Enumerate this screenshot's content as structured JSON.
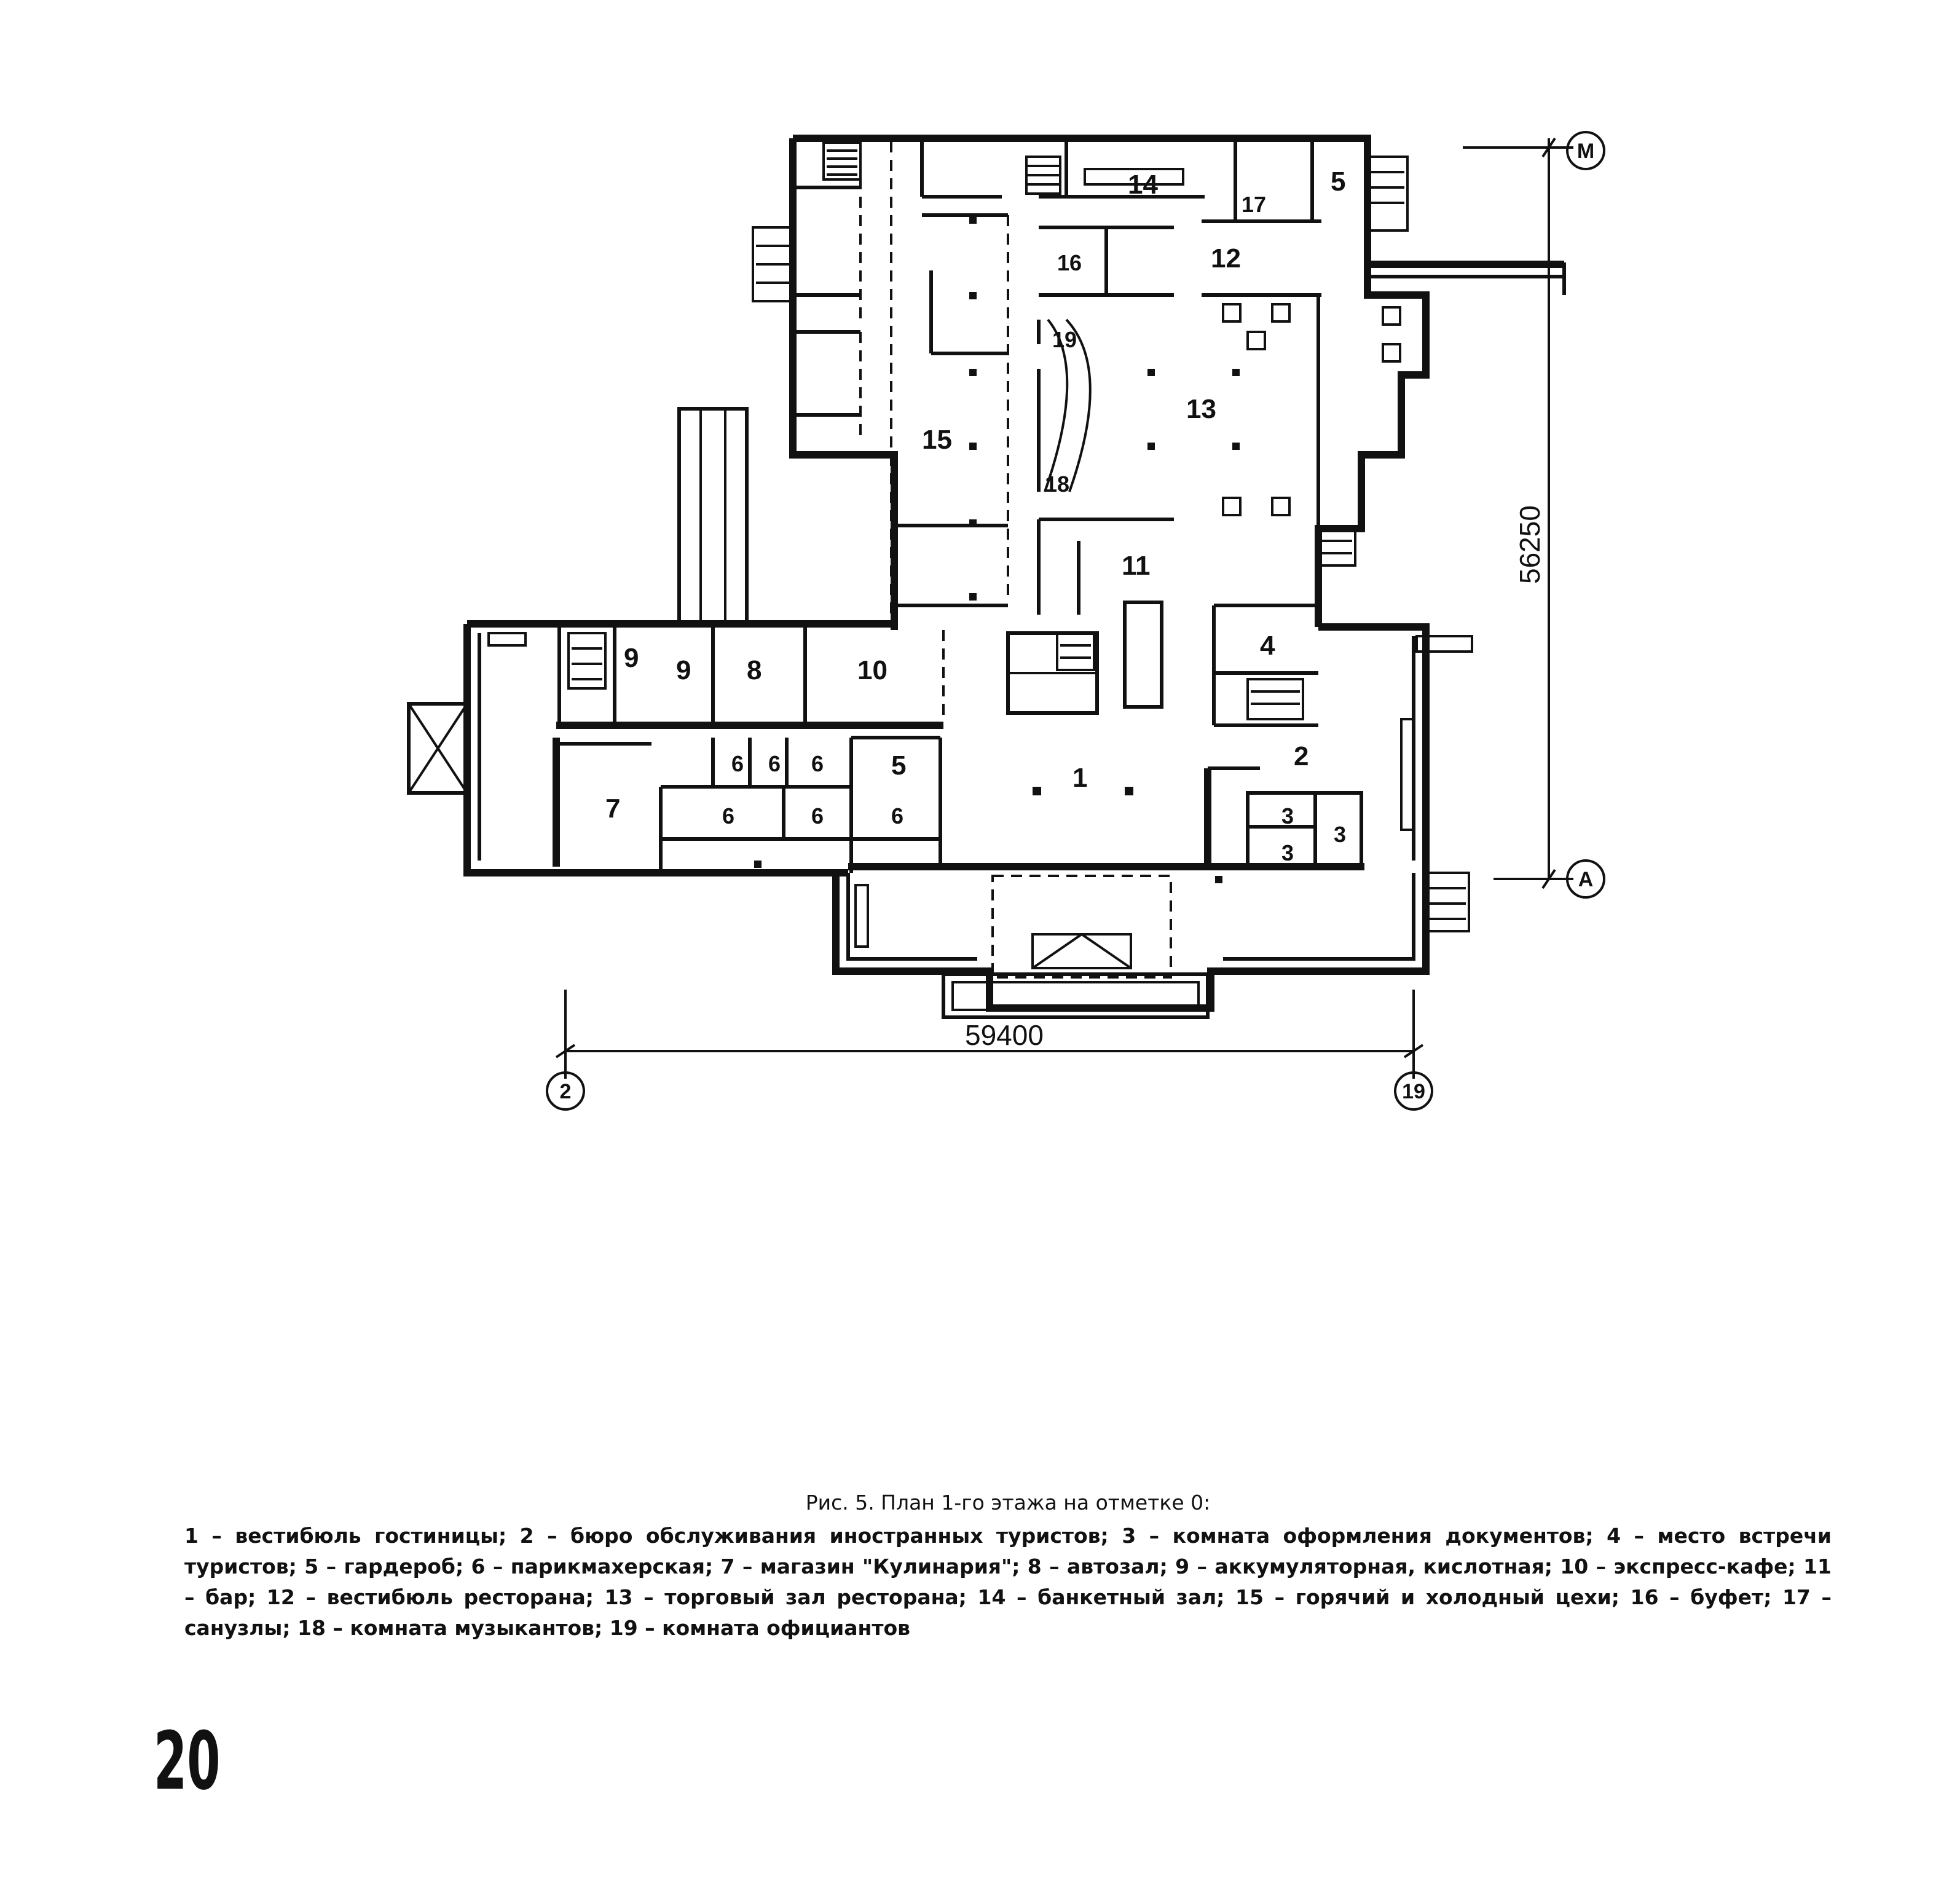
{
  "figure": {
    "caption_title": "Рис. 5. План 1-го этажа на отметке 0:",
    "caption_body": "1 – вестибюль гостиницы; 2 – бюро обслуживания иностранных туристов; 3 – комната оформления документов; 4 – место встречи туристов; 5 – гардероб; 6 – парикмахерская; 7 – магазин \"Кулинария\"; 8 – автозал; 9 – аккумуляторная, кислотная; 10 – экспресс-кафе; 11 – бар; 12 – вестибюль ресторана; 13 – торговый зал ресторана; 14 – банкетный зал; 15 – горячий и холодный цехи; 16 – буфет; 17 – санузлы; 18 – комната музыкантов; 19 – комната официантов"
  },
  "plan": {
    "dimensions": {
      "width_mm": "59400",
      "depth_mm": "56250"
    },
    "axes": {
      "top_right": "М",
      "bottom_right": "А",
      "bottom_left": "2",
      "bottom_right_col": "19"
    },
    "room_labels": {
      "r1": "1",
      "r2": "2",
      "r3a": "3",
      "r3b": "3",
      "r3c": "3",
      "r4": "4",
      "r5a": "5",
      "r5b": "5",
      "r6a": "6",
      "r6b": "6",
      "r6c": "6",
      "r6d": "6",
      "r6e": "6",
      "r6f": "6",
      "r7": "7",
      "r8": "8",
      "r9a": "9",
      "r9b": "9",
      "r10": "10",
      "r11": "11",
      "r12": "12",
      "r13": "13",
      "r14": "14",
      "r15": "15",
      "r16": "16",
      "r17": "17",
      "r18": "18",
      "r19": "19"
    }
  },
  "page": {
    "number": "20"
  }
}
